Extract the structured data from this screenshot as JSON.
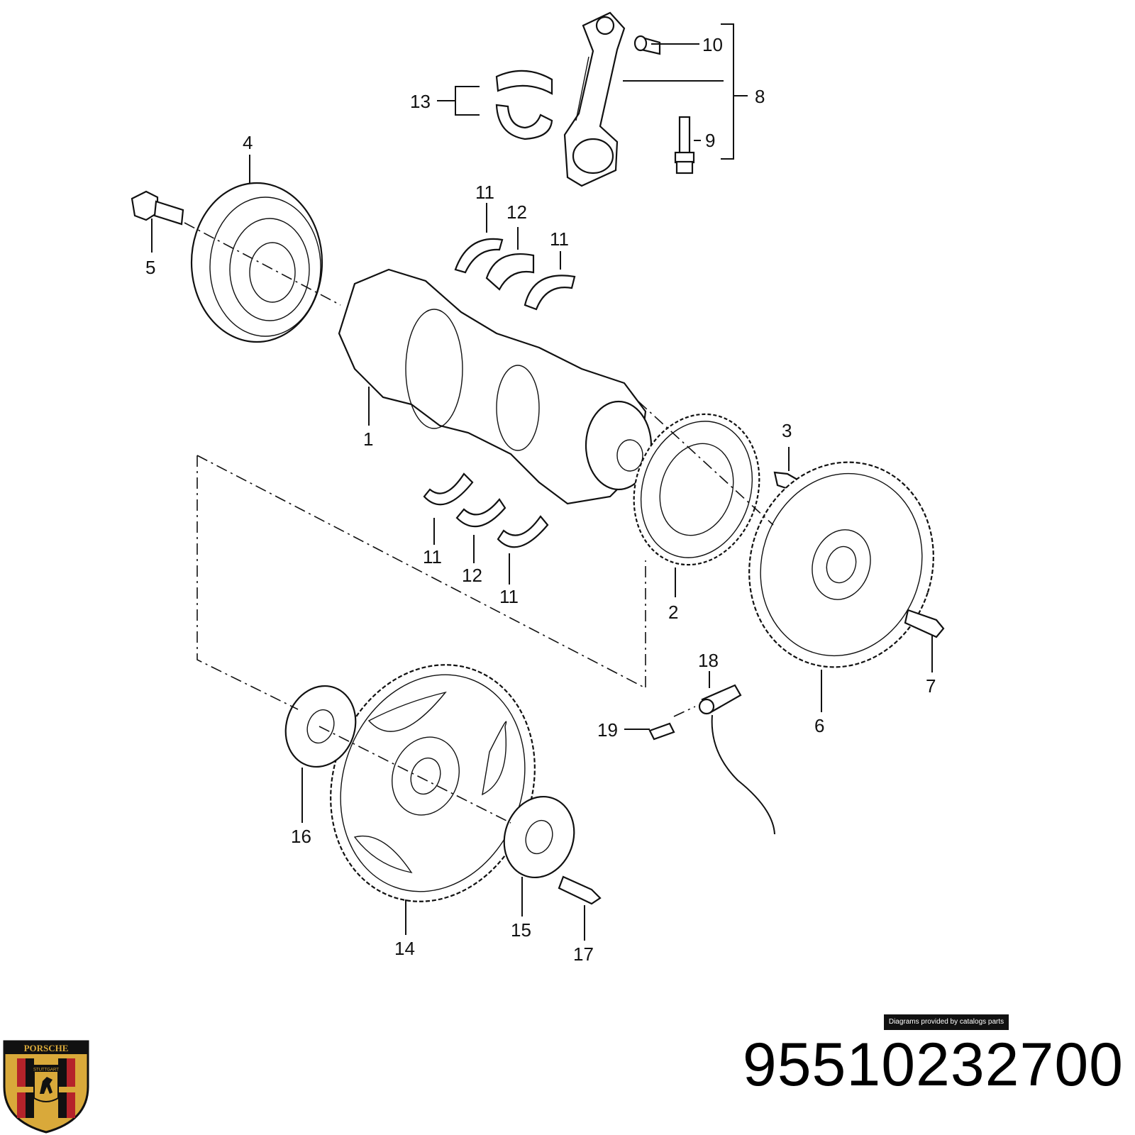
{
  "callouts": [
    "1",
    "2",
    "3",
    "4",
    "5",
    "6",
    "7",
    "8",
    "9",
    "10",
    "11",
    "12",
    "11",
    "11",
    "12",
    "11",
    "13",
    "14",
    "15",
    "16",
    "17",
    "18",
    "19"
  ],
  "credit": "Diagrams provided by catalogs parts",
  "part_number": "95510232700",
  "logo": {
    "brand_text": "PORSCHE",
    "city_text": "STUTTGART"
  },
  "colors": {
    "logo_gold": "#d9a93a",
    "logo_red": "#b5232a",
    "logo_black": "#111111"
  }
}
